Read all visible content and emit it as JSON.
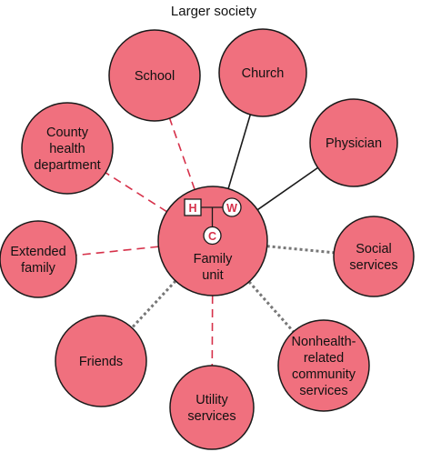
{
  "title": "Larger society",
  "center": {
    "label_line1": "Family",
    "label_line2": "unit",
    "symbols": {
      "husband": "H",
      "wife": "W",
      "child": "C"
    }
  },
  "nodes": [
    {
      "id": "school",
      "lines": [
        "School"
      ],
      "link": "stress"
    },
    {
      "id": "church",
      "lines": [
        "Church"
      ],
      "link": "strong"
    },
    {
      "id": "physician",
      "lines": [
        "Physician"
      ],
      "link": "strong"
    },
    {
      "id": "county-health-department",
      "lines": [
        "County",
        "health",
        "department"
      ],
      "link": "stress"
    },
    {
      "id": "extended-family",
      "lines": [
        "Extended",
        "family"
      ],
      "link": "stress"
    },
    {
      "id": "social-services",
      "lines": [
        "Social",
        "services"
      ],
      "link": "weak"
    },
    {
      "id": "friends",
      "lines": [
        "Friends"
      ],
      "link": "weak"
    },
    {
      "id": "utility-services",
      "lines": [
        "Utility",
        "services"
      ],
      "link": "stress"
    },
    {
      "id": "nonhealth-related-community-services",
      "lines": [
        "Nonhealth-",
        "related",
        "community",
        "services"
      ],
      "link": "weak"
    }
  ],
  "colors": {
    "node_fill": "#f0707e",
    "stress_line": "#d6314a",
    "weak_line": "#777777",
    "strong_line": "#1a1a1a"
  }
}
